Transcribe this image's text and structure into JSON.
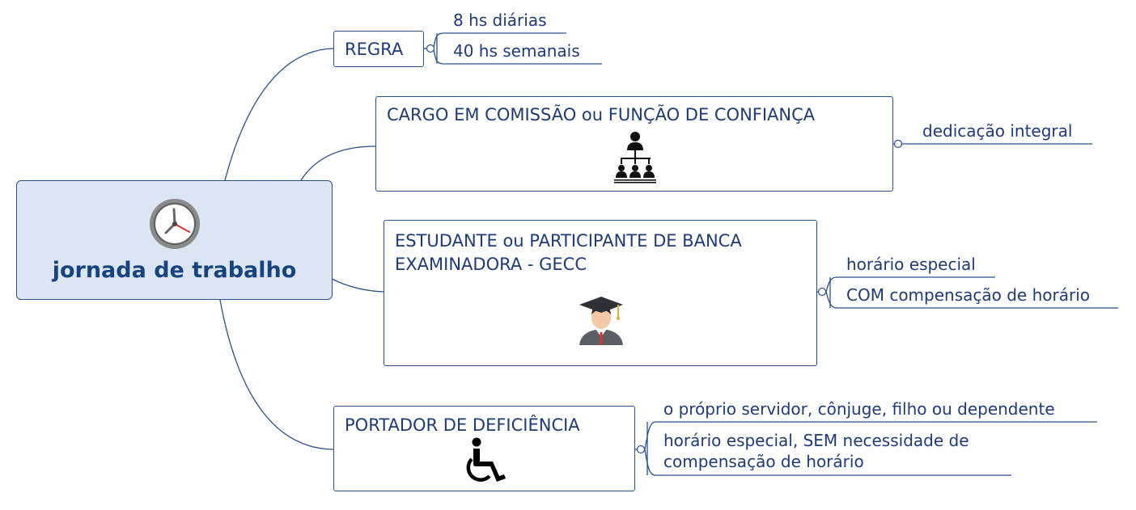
{
  "root": {
    "title": "jornada de trabalho",
    "icon": "clock-icon"
  },
  "branches": [
    {
      "id": "regra",
      "label": "REGRA",
      "children": [
        "8 hs diárias",
        "40 hs semanais"
      ]
    },
    {
      "id": "cargo",
      "label": "CARGO EM COMISSÃO ou FUNÇÃO DE CONFIANÇA",
      "icon": "org-chart-icon",
      "children": [
        "dedicação integral"
      ]
    },
    {
      "id": "estudante",
      "label_lines": [
        "ESTUDANTE ou PARTICIPANTE DE BANCA",
        "EXAMINADORA - GECC"
      ],
      "icon": "graduate-icon",
      "children": [
        "horário especial",
        "COM compensação de horário"
      ]
    },
    {
      "id": "portador",
      "label": "PORTADOR DE DEFICIÊNCIA",
      "icon": "wheelchair-icon",
      "children": [
        "o próprio servidor, cônjuge, filho ou dependente",
        [
          "horário especial, SEM necessidade de",
          "compensação de horário"
        ]
      ]
    }
  ],
  "colors": {
    "line": "#2a4f8f",
    "text": "#1f3a78",
    "root_fill": "#dce6f2",
    "root_text": "#17437f"
  }
}
